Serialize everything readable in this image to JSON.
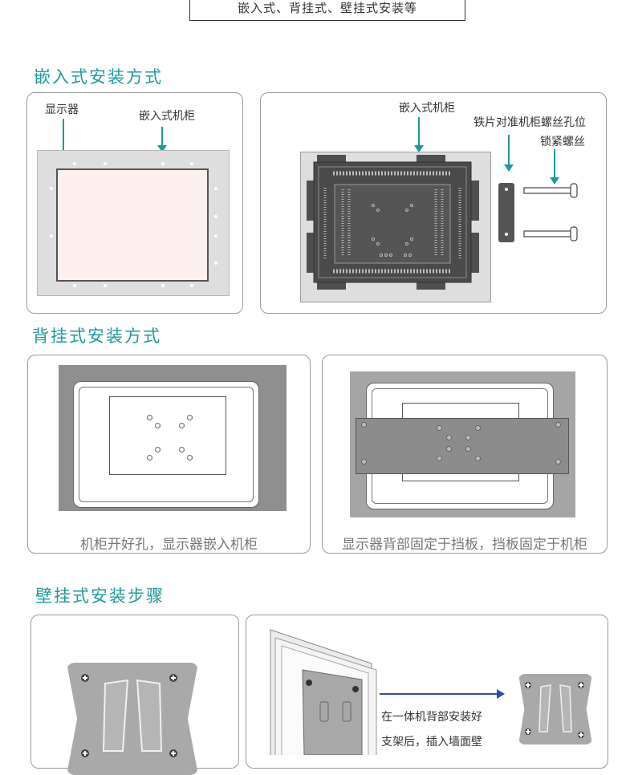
{
  "header": {
    "install_types": "嵌入式、背挂式、壁挂式安装等"
  },
  "embedded": {
    "title": "嵌入式安装方式",
    "left": {
      "display_label": "显示器",
      "cabinet_label": "嵌入式机柜"
    },
    "right": {
      "cabinet_label": "嵌入式机柜",
      "plate_label": "铁片对准机柜螺丝孔位",
      "screw_label": "锁紧螺丝"
    }
  },
  "back_mount": {
    "title": "背挂式安装方式",
    "left_caption": "机柜开好孔，显示器嵌入机柜",
    "right_caption": "显示器背部固定于挡板，挡板固定于机柜"
  },
  "wall_mount": {
    "title": "壁挂式安装步骤",
    "step_text_line1": "在一体机背部安装好",
    "step_text_line2": "支架后，插入墙面壁"
  },
  "colors": {
    "accent": "#1f9a9a",
    "arrow_blue": "#2a4fb0",
    "panel_border": "#9a9a9a",
    "metal_dark": "#555555",
    "bracket": "#a8a8a8"
  }
}
